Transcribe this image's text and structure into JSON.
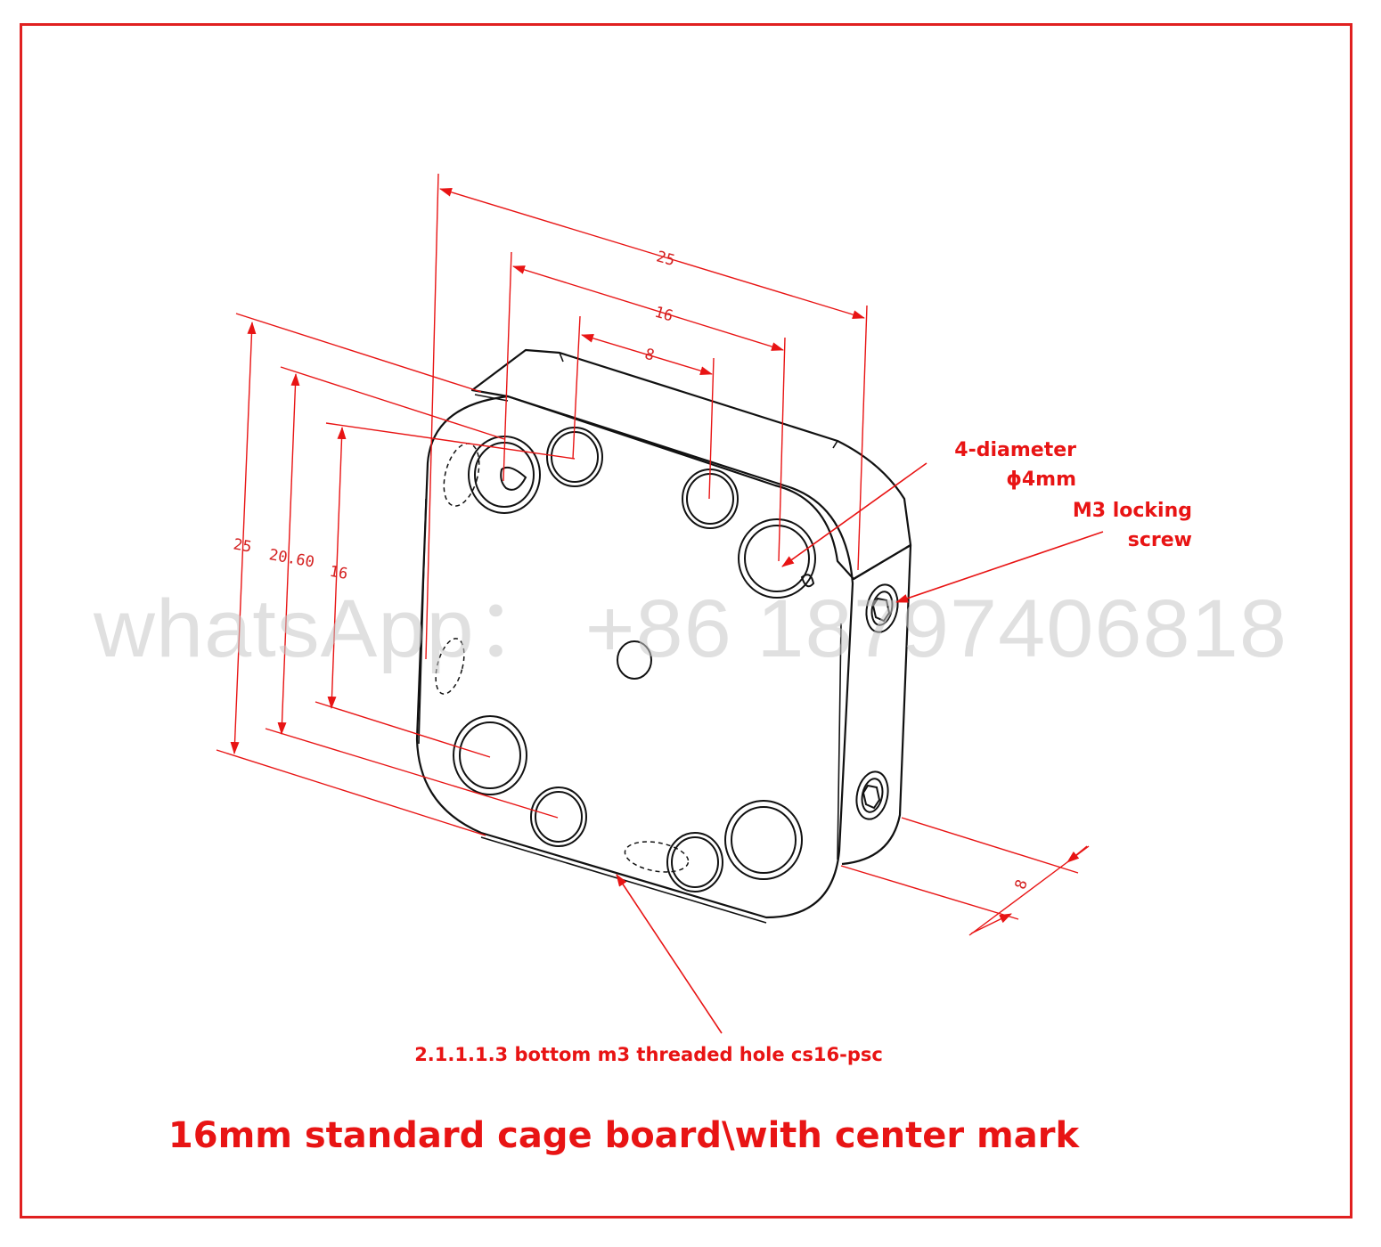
{
  "diagram": {
    "dimensions": {
      "width_outer": "25",
      "width_mid": "16",
      "width_inner": "8",
      "height_outer": "25",
      "height_mid": "20.60",
      "height_inner": "16",
      "thickness": "8"
    },
    "callouts": {
      "hole_line1": "4-diameter",
      "hole_line2": "ϕ4mm",
      "screw_line1": "M3 locking",
      "screw_line2": "screw",
      "bottom_hole": "2.1.1.1.3 bottom m3 threaded hole cs16-psc"
    },
    "watermark": "whatsApp： +86 18797406818",
    "title": "16mm standard cage board\\with center mark",
    "colors": {
      "annotation": "#e81414",
      "outline": "#111111",
      "frame": "#e02020"
    }
  }
}
